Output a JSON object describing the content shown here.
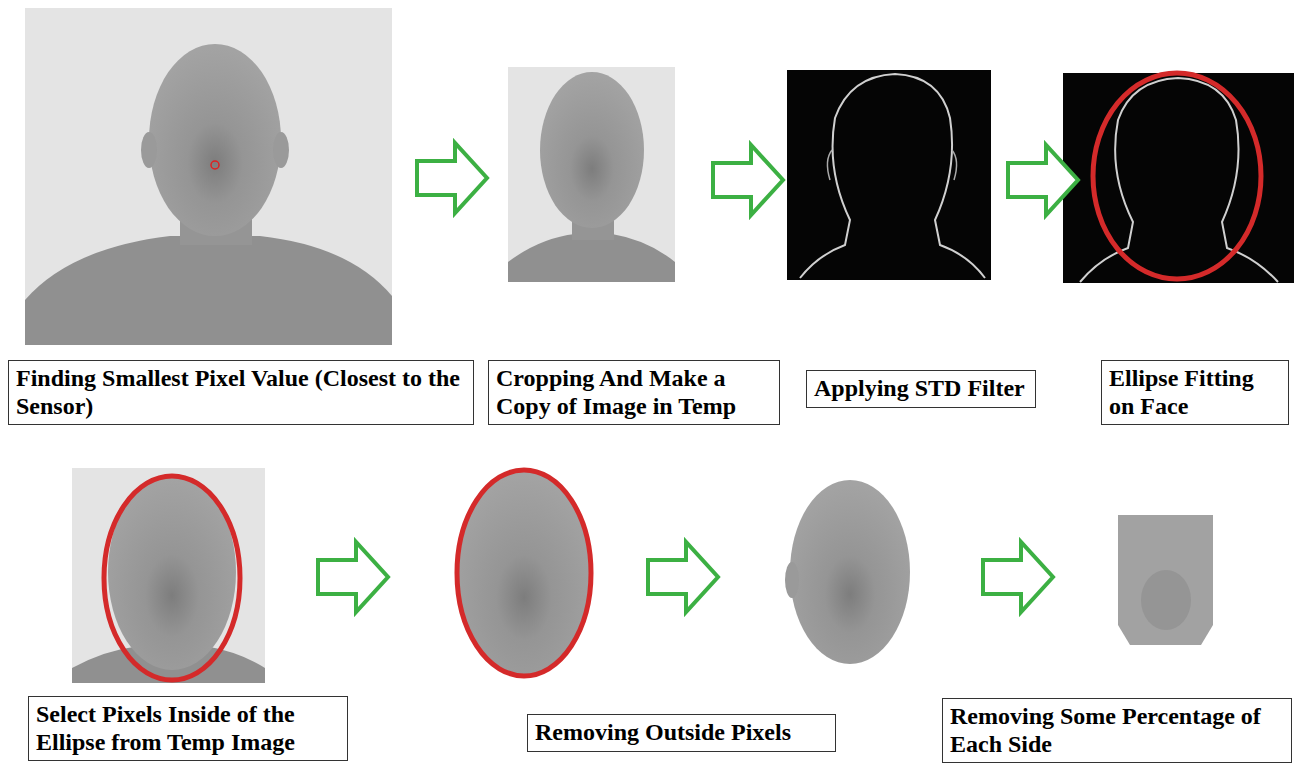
{
  "diagram": {
    "nodes": [
      {
        "text": [
          "Finding Smallest Pixel Value (Closest to the Sensor)"
        ]
      },
      {
        "text": [
          "Cropping And Make a Copy of Image in Temp"
        ]
      },
      {
        "text": [
          "Applying STD Filter"
        ]
      },
      {
        "text": [
          "Ellipse Fitting on Face"
        ]
      },
      {
        "text": [
          "Select Pixels Inside of the Ellipse from Temp Image"
        ]
      },
      {
        "text": [
          "Removing Outside Pixels"
        ]
      },
      {
        "text": [
          "Removing Some Percentage of Each Side"
        ]
      }
    ]
  }
}
